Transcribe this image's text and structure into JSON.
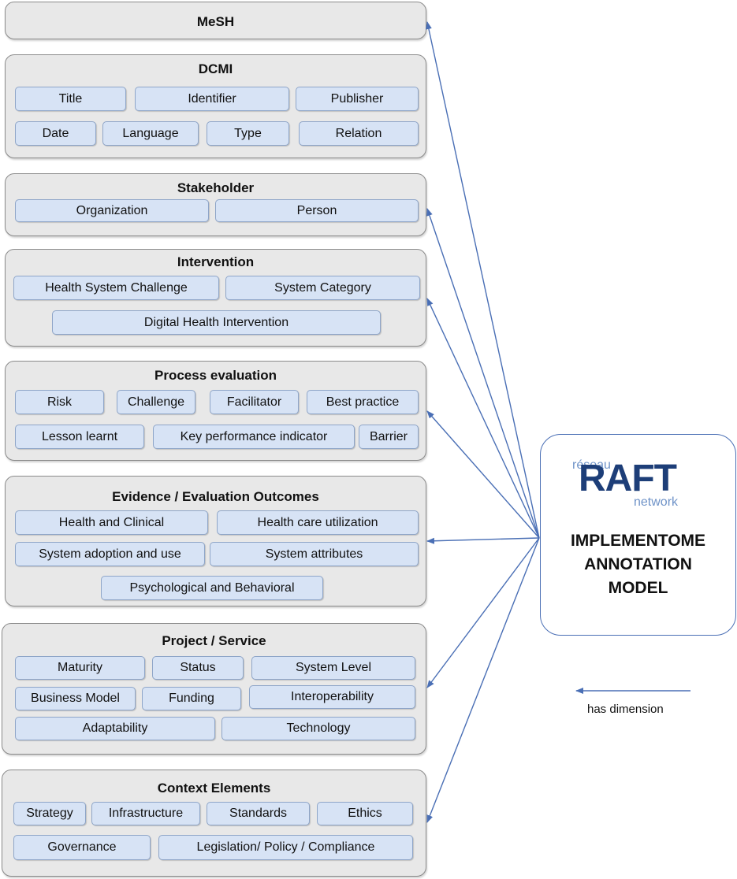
{
  "diagram": {
    "groups": [
      {
        "id": "mesh",
        "title": "MeSH",
        "items": []
      },
      {
        "id": "dcmi",
        "title": "DCMI",
        "items": [
          "Title",
          "Identifier",
          "Publisher",
          "Date",
          "Language",
          "Type",
          "Relation"
        ]
      },
      {
        "id": "stakeholder",
        "title": "Stakeholder",
        "items": [
          "Organization",
          "Person"
        ]
      },
      {
        "id": "intervention",
        "title": "Intervention",
        "items": [
          "Health System Challenge",
          "System Category",
          "Digital Health Intervention"
        ]
      },
      {
        "id": "process-evaluation",
        "title": "Process evaluation",
        "items": [
          "Risk",
          "Challenge",
          "Facilitator",
          "Best practice",
          "Lesson learnt",
          "Key performance indicator",
          "Barrier"
        ]
      },
      {
        "id": "evidence",
        "title": "Evidence / Evaluation Outcomes",
        "items": [
          "Health and Clinical",
          "Health care utilization",
          "System adoption and use",
          "System attributes",
          "Psychological and Behavioral"
        ]
      },
      {
        "id": "project-service",
        "title": "Project / Service",
        "items": [
          "Maturity",
          "Status",
          "System Level",
          "Business Model",
          "Funding",
          "Interoperability",
          "Adaptability",
          "Technology"
        ]
      },
      {
        "id": "context-elements",
        "title": "Context Elements",
        "items": [
          "Strategy",
          "Infrastructure",
          "Standards",
          "Ethics",
          "Governance",
          "Legislation/ Policy / Compliance"
        ]
      }
    ],
    "model": {
      "logo_top": "réseau",
      "logo_main": "RAFT",
      "logo_bottom": "network",
      "title_lines": [
        "IMPLEMENTOME",
        "ANNOTATION",
        "MODEL"
      ]
    },
    "legend": {
      "label": "has dimension"
    },
    "colors": {
      "arrow": "#4a6fb5",
      "group_fill": "#e8e8e8",
      "item_fill": "#d7e3f5",
      "logo_main": "#1d3e78"
    }
  }
}
